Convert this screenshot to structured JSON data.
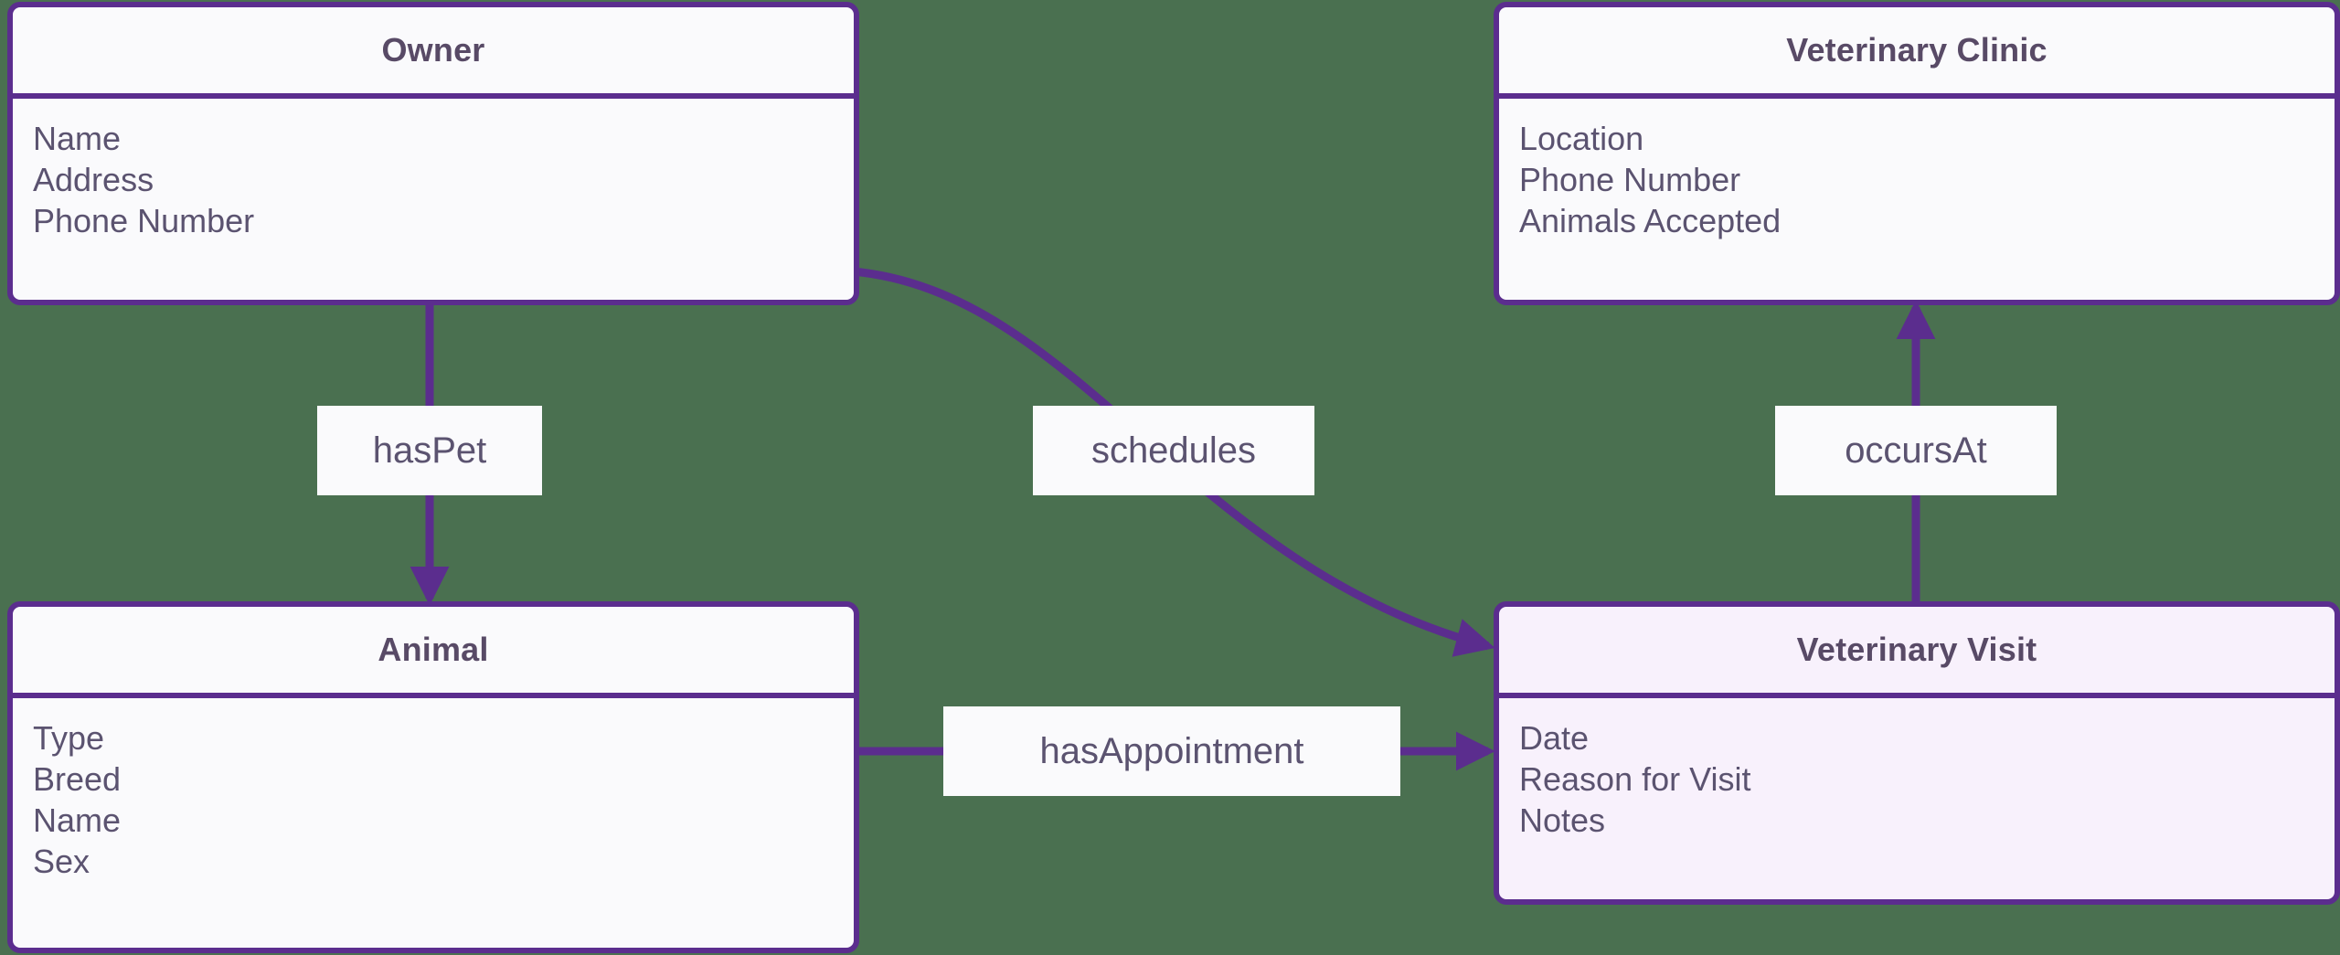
{
  "diagram": {
    "kind": "entity-relationship-diagram",
    "background_color": "#4a7050",
    "accent_color": "#5b2d8e",
    "box_fill": "#fafafc",
    "accent_box_fill": "#f8f1fc",
    "title_text_color": "#584a66",
    "attribute_text_color": "#5b5370"
  },
  "entities": [
    {
      "id": "owner",
      "title": "Owner",
      "attributes": [
        "Name",
        "Address",
        "Phone Number"
      ]
    },
    {
      "id": "veterinary-clinic",
      "title": "Veterinary Clinic",
      "attributes": [
        "Location",
        "Phone Number",
        "Animals Accepted"
      ]
    },
    {
      "id": "animal",
      "title": "Animal",
      "attributes": [
        "Type",
        "Breed",
        "Name",
        "Sex"
      ]
    },
    {
      "id": "veterinary-visit",
      "title": "Veterinary Visit",
      "attributes": [
        "Date",
        "Reason for Visit",
        "Notes"
      ]
    }
  ],
  "relationships": [
    {
      "id": "hasPet",
      "label": "hasPet",
      "from": "owner",
      "to": "animal"
    },
    {
      "id": "schedules",
      "label": "schedules",
      "from": "owner",
      "to": "veterinary-visit"
    },
    {
      "id": "occursAt",
      "label": "occursAt",
      "from": "veterinary-visit",
      "to": "veterinary-clinic"
    },
    {
      "id": "hasAppointment",
      "label": "hasAppointment",
      "from": "animal",
      "to": "veterinary-visit"
    }
  ]
}
